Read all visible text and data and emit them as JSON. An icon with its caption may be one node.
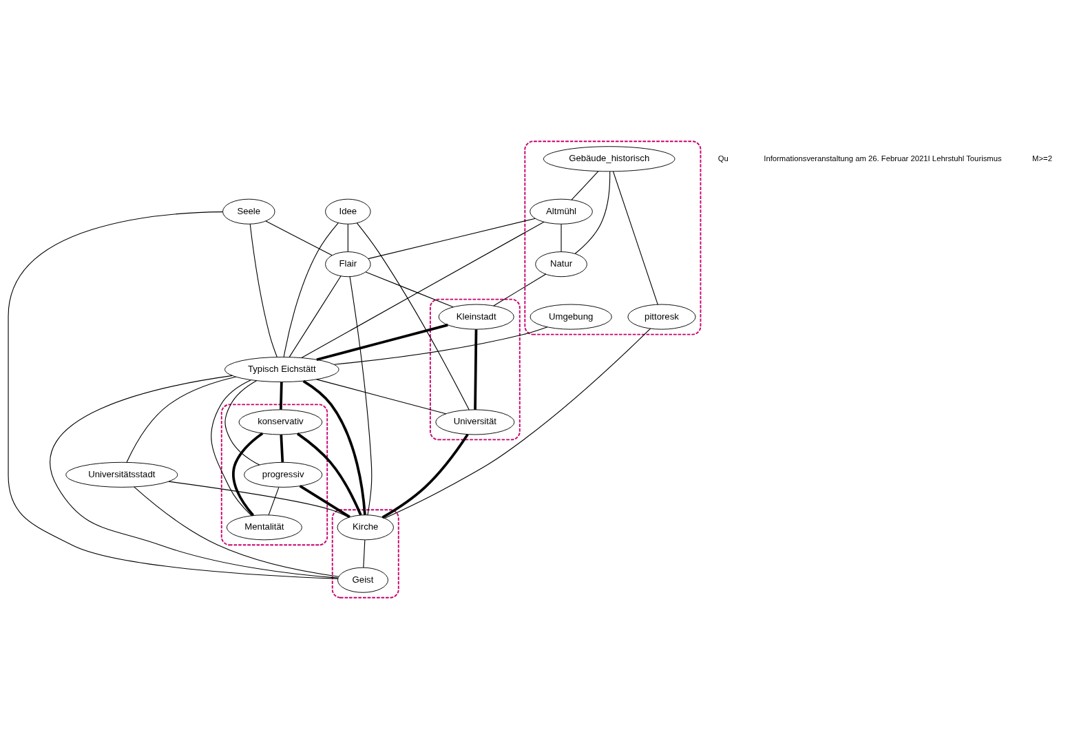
{
  "diagram": {
    "nodes": [
      {
        "text": [],
        "shape": "ellipse"
      },
      {
        "text": [
          "Gebäude_historisch"
        ],
        "in": 0
      },
      {
        "text": [
          "Umgebung"
        ],
        "in": 0
      },
      {
        "text": [
          "Altmühl"
        ],
        "in": 0
      },
      {
        "text": [
          "Seele"
        ]
      },
      {
        "text": [
          "Natur"
        ],
        "in": 0
      },
      {
        "text": [
          "pittoresk"
        ],
        "in": 0
      },
      {
        "text": [
          "Idee"
        ]
      },
      {
        "text": [
          "Flair"
        ]
      },
      {
        "text": [],
        "shape": "ellipse"
      },
      {
        "text": [
          "konservativ"
        ],
        "in": 9
      },
      {
        "text": [],
        "shape": "ellipse"
      },
      {
        "text": [
          "Kleinstadt"
        ],
        "in": 11
      },
      {
        "text": [
          "Typisch Eichstätt"
        ]
      },
      {
        "text": [
          "progressiv"
        ],
        "in": 9
      },
      {
        "text": [
          "Universität"
        ],
        "in": 11
      },
      {
        "text": [
          "Universitätsstadt"
        ]
      },
      {
        "text": [
          "Mentalität"
        ],
        "in": 9
      },
      {
        "text": [],
        "shape": "ellipse"
      },
      {
        "text": [
          "Kirche"
        ],
        "in": 18
      },
      {
        "text": [
          "Geist"
        ],
        "in": 18
      }
    ],
    "edges": [
      {
        "from": 1,
        "to": 5,
        "arrow": "none"
      },
      {
        "from": 1,
        "to": 6,
        "arrow": "none"
      },
      {
        "from": 1,
        "to": 3,
        "arrow": "none"
      },
      {
        "from": 3,
        "to": 5,
        "arrow": "none"
      },
      {
        "from": 3,
        "to": 8,
        "arrow": "none"
      },
      {
        "from": 3,
        "to": 13,
        "arrow": "none"
      },
      {
        "from": 2,
        "to": 13,
        "arrow": "none"
      },
      {
        "from": 4,
        "to": 8,
        "arrow": "none"
      },
      {
        "from": 4,
        "to": 13,
        "arrow": "none"
      },
      {
        "from": 4,
        "to": 20,
        "arrow": "none"
      },
      {
        "from": 5,
        "to": 12,
        "arrow": "none"
      },
      {
        "from": 6,
        "to": 19,
        "arrow": "none"
      },
      {
        "from": 7,
        "to": 8,
        "arrow": "none"
      },
      {
        "from": 7,
        "to": 13,
        "arrow": "none"
      },
      {
        "from": 7,
        "to": 15,
        "arrow": "none"
      },
      {
        "from": 8,
        "to": 12,
        "arrow": "none"
      },
      {
        "from": 8,
        "to": 19,
        "arrow": "none"
      },
      {
        "from": 8,
        "to": 13,
        "arrow": "none"
      },
      {
        "from": 12,
        "to": 13,
        "arrow": "none",
        "style": "thick"
      },
      {
        "from": 12,
        "to": 15,
        "arrow": "none",
        "style": "thick"
      },
      {
        "from": 13,
        "to": 10,
        "arrow": "none",
        "style": "thick"
      },
      {
        "from": 13,
        "to": 14,
        "arrow": "none"
      },
      {
        "from": 13,
        "to": 15,
        "arrow": "none"
      },
      {
        "from": 13,
        "to": 16,
        "arrow": "none"
      },
      {
        "from": 13,
        "to": 19,
        "arrow": "none",
        "style": "thick"
      },
      {
        "from": 13,
        "to": 20,
        "arrow": "none"
      },
      {
        "from": 13,
        "to": 17,
        "arrow": "none"
      },
      {
        "from": 10,
        "to": 19,
        "arrow": "none",
        "style": "thick"
      },
      {
        "from": 10,
        "to": 17,
        "arrow": "none",
        "style": "thick"
      },
      {
        "from": 10,
        "to": 14,
        "arrow": "none",
        "style": "thick"
      },
      {
        "from": 14,
        "to": 19,
        "arrow": "none",
        "style": "thick"
      },
      {
        "from": 14,
        "to": 17,
        "arrow": "none"
      },
      {
        "from": 15,
        "to": 19,
        "arrow": "none",
        "style": "thick"
      },
      {
        "from": 16,
        "to": 19,
        "arrow": "none"
      },
      {
        "from": 16,
        "to": 20,
        "arrow": "none"
      },
      {
        "from": 19,
        "to": 20,
        "arrow": "none"
      }
    ],
    "labels": [
      "Qu",
      "Informationsveranstaltung am 26. Februar 2021I Lehrstuhl Tourismus",
      "M>=2"
    ]
  }
}
